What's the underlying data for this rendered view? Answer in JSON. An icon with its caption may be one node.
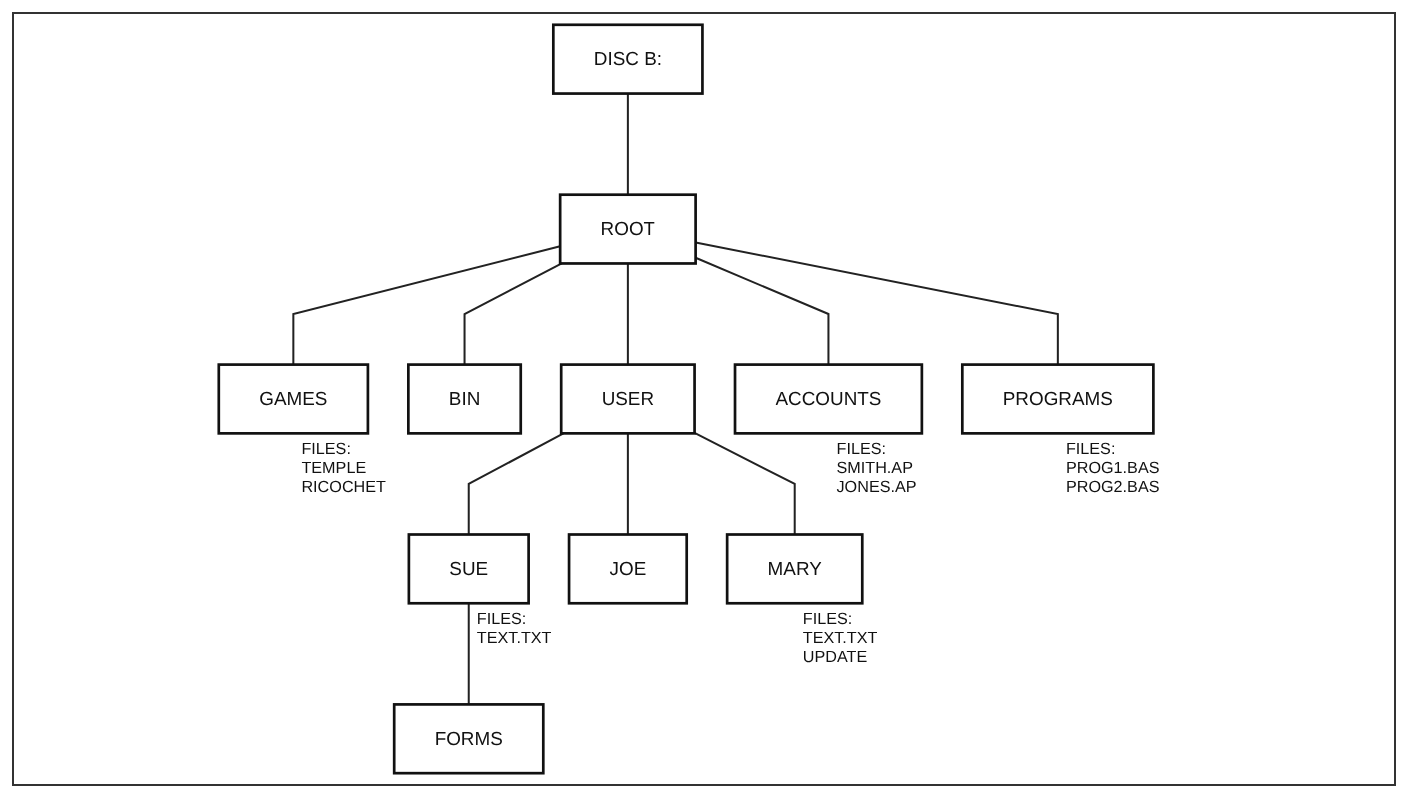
{
  "diagram": {
    "nodes": [
      {
        "text": [
          "DISC B:"
        ]
      },
      {
        "text": [
          "ROOT"
        ]
      },
      {
        "text": [
          "GAMES"
        ],
        "beside": [
          "FILES: TEMPLE RICOCHET"
        ]
      },
      {
        "text": [
          "BIN"
        ]
      },
      {
        "text": [
          "USER"
        ]
      },
      {
        "text": [
          "ACCOUNTS"
        ],
        "beside": [
          "FILES: SMITH.AP JONES.AP"
        ]
      },
      {
        "text": [
          "PROGRAMS"
        ],
        "beside": [
          "FILES: PROG1.BAS PROG2.BAS"
        ]
      },
      {
        "text": [
          "SUE"
        ],
        "beside": [
          "FILES: TEXT.TXT"
        ]
      },
      {
        "text": [
          "JOE"
        ]
      },
      {
        "text": [
          "MARY"
        ],
        "beside": [
          "FILES: TEXT.TXT UPDATE"
        ]
      },
      {
        "text": [
          "FORMS"
        ]
      }
    ],
    "edges": [
      {
        "from": 0,
        "to": 1,
        "arrow": "none"
      },
      {
        "from": 1,
        "to": 2,
        "arrow": "none"
      },
      {
        "from": 1,
        "to": 3,
        "arrow": "none"
      },
      {
        "from": 1,
        "to": 4,
        "arrow": "none"
      },
      {
        "from": 1,
        "to": 5,
        "arrow": "none"
      },
      {
        "from": 1,
        "to": 6,
        "arrow": "none"
      },
      {
        "from": 4,
        "to": 7,
        "arrow": "none"
      },
      {
        "from": 4,
        "to": 8,
        "arrow": "none"
      },
      {
        "from": 4,
        "to": 9,
        "arrow": "none"
      },
      {
        "from": 7,
        "to": 10,
        "arrow": "none"
      }
    ]
  }
}
